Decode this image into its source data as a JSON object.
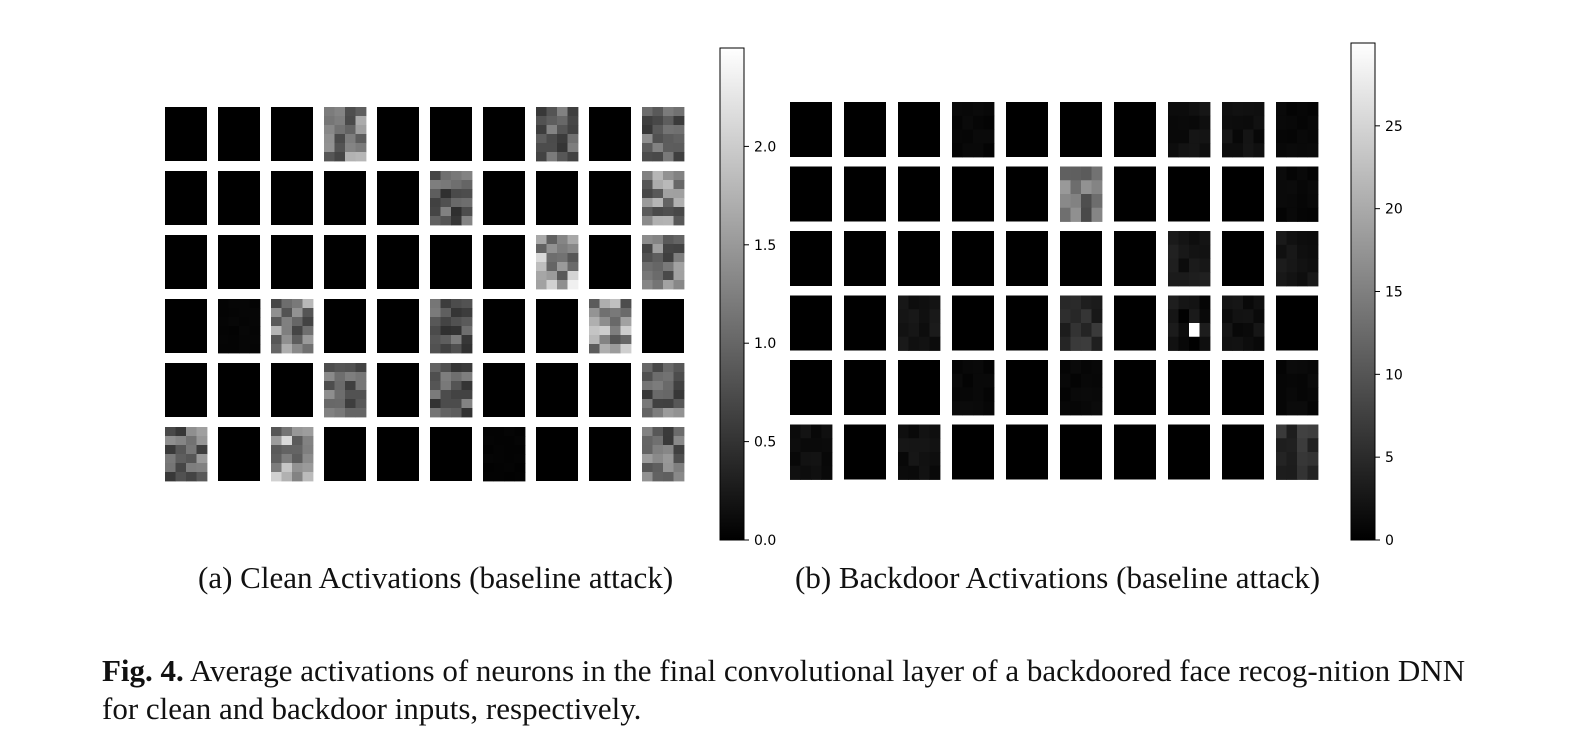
{
  "chart_data": [
    {
      "type": "heatmap",
      "title": "",
      "subcaption": "(a) Clean Activations (baseline attack)",
      "grid": {
        "rows": 6,
        "cols": 10
      },
      "tile_cells": {
        "cols": 4,
        "rows": 6
      },
      "colormap": "gray",
      "colorbar": {
        "range": [
          0,
          2.5
        ],
        "ticks": [
          "0.0",
          "0.5",
          "1.0",
          "1.5",
          "2.0"
        ]
      },
      "active_tiles": [
        {
          "r": 0,
          "c": 3,
          "level": 1.4
        },
        {
          "r": 0,
          "c": 7,
          "level": 1.0
        },
        {
          "r": 0,
          "c": 9,
          "level": 1.1
        },
        {
          "r": 1,
          "c": 5,
          "level": 1.0
        },
        {
          "r": 1,
          "c": 9,
          "level": 1.5
        },
        {
          "r": 2,
          "c": 7,
          "level": 1.9
        },
        {
          "r": 2,
          "c": 9,
          "level": 1.3
        },
        {
          "r": 3,
          "c": 1,
          "level": 0.05
        },
        {
          "r": 3,
          "c": 2,
          "level": 1.4
        },
        {
          "r": 3,
          "c": 5,
          "level": 1.0
        },
        {
          "r": 3,
          "c": 8,
          "level": 1.6
        },
        {
          "r": 4,
          "c": 3,
          "level": 1.1
        },
        {
          "r": 4,
          "c": 5,
          "level": 1.0
        },
        {
          "r": 4,
          "c": 9,
          "level": 1.2
        },
        {
          "r": 5,
          "c": 0,
          "level": 1.2
        },
        {
          "r": 5,
          "c": 2,
          "level": 1.7
        },
        {
          "r": 5,
          "c": 6,
          "level": 0.04
        },
        {
          "r": 5,
          "c": 9,
          "level": 1.2
        }
      ]
    },
    {
      "type": "heatmap",
      "title": "",
      "subcaption": "(b) Backdoor Activations (baseline attack)",
      "grid": {
        "rows": 6,
        "cols": 10
      },
      "tile_cells": {
        "cols": 4,
        "rows": 4
      },
      "colormap": "gray",
      "colorbar": {
        "range": [
          0,
          30
        ],
        "ticks": [
          "0",
          "5",
          "10",
          "15",
          "20",
          "25"
        ]
      },
      "active_tiles": [
        {
          "r": 0,
          "c": 3,
          "level": 1
        },
        {
          "r": 0,
          "c": 7,
          "level": 2
        },
        {
          "r": 0,
          "c": 8,
          "level": 2
        },
        {
          "r": 0,
          "c": 9,
          "level": 1
        },
        {
          "r": 1,
          "c": 5,
          "level": 15
        },
        {
          "r": 1,
          "c": 9,
          "level": 1
        },
        {
          "r": 2,
          "c": 7,
          "level": 3
        },
        {
          "r": 2,
          "c": 9,
          "level": 3
        },
        {
          "r": 3,
          "c": 2,
          "level": 3
        },
        {
          "r": 3,
          "c": 5,
          "level": 6
        },
        {
          "r": 3,
          "c": 7,
          "level": 30
        },
        {
          "r": 3,
          "c": 8,
          "level": 2
        },
        {
          "r": 4,
          "c": 3,
          "level": 1
        },
        {
          "r": 4,
          "c": 5,
          "level": 1
        },
        {
          "r": 4,
          "c": 9,
          "level": 1
        },
        {
          "r": 5,
          "c": 0,
          "level": 2
        },
        {
          "r": 5,
          "c": 2,
          "level": 2
        },
        {
          "r": 5,
          "c": 9,
          "level": 6
        }
      ]
    }
  ],
  "caption": {
    "label": "Fig. 4.",
    "text": "Average activations of neurons in the final convolutional layer of a backdoored face recog-nition DNN for clean and backdoor inputs, respectively."
  }
}
